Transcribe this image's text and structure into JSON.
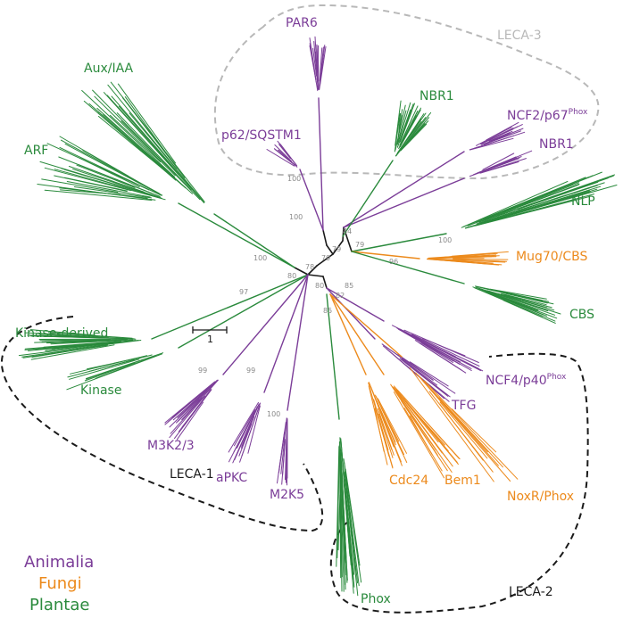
{
  "colors": {
    "animalia": "#7b3d98",
    "fungi": "#ec8a1c",
    "plantae": "#2a8a3c",
    "backbone": "#1a1a1a",
    "leca_outline_grey": "#b0b0b0",
    "leca_outline_dark": "#1a1a1a",
    "bootstrap": "#8a8a8a"
  },
  "labels": {
    "par6": "PAR6",
    "p62": "p62/SQSTM1",
    "nbr1_plant": "NBR1",
    "ncf2_main": "NCF2/p67",
    "ncf2_sup": "Phox",
    "nbr1_animal": "NBR1",
    "aux_iaa": "Aux/IAA",
    "arf": "ARF",
    "nlp": "NLP",
    "mug70": "Mug70/CBS",
    "cbs": "CBS",
    "kinase_derived": "Kinase-derived",
    "kinase": "Kinase",
    "m3k2": "M3K2/3",
    "apkc": "aPKC",
    "m2k5": "M2K5",
    "ncf4_main": "NCF4/p40",
    "ncf4_sup": "Phox",
    "tfg": "TFG",
    "cdc24": "Cdc24",
    "bem1": "Bem1",
    "noxr": "NoxR/Phox",
    "phox": "Phox"
  },
  "groups": {
    "leca1": "LECA-1",
    "leca2": "LECA-2",
    "leca3": "LECA-3"
  },
  "scale": {
    "label": "1"
  },
  "bootstrap": {
    "b100_p62": "100",
    "b100_p62b": "100",
    "b84": "84",
    "b79a": "79",
    "b79b": "79",
    "b79c": "79",
    "b100_nlp": "100",
    "b96": "96",
    "b100_arf": "100",
    "b97": "97",
    "b80a": "80",
    "b78": "78",
    "b80b": "80",
    "b82": "82",
    "b85a": "85",
    "b85b": "85",
    "b99a": "99",
    "b99b": "99",
    "b100_m2k5": "100"
  },
  "legend": {
    "animalia": "Animalia",
    "fungi": "Fungi",
    "plantae": "Plantae"
  }
}
